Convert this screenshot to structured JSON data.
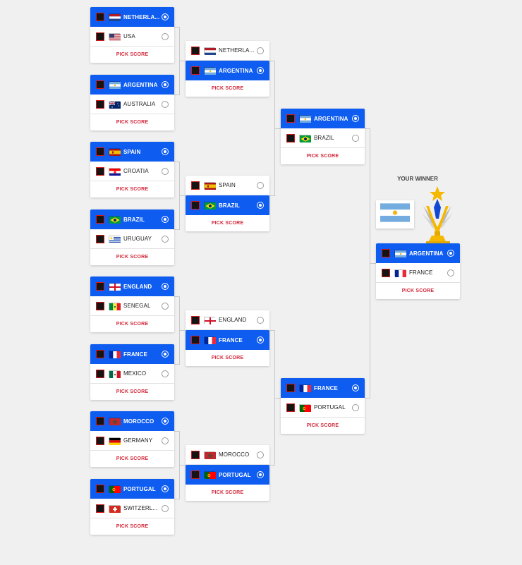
{
  "pick_score_label": "PICK SCORE",
  "winner_label": "YOUR WINNER",
  "round_of_16": [
    {
      "team1": {
        "name": "NETHERLA...",
        "flag": "netherlands"
      },
      "team2": {
        "name": "USA",
        "flag": "usa"
      },
      "winner": 1
    },
    {
      "team1": {
        "name": "ARGENTINA",
        "flag": "argentina"
      },
      "team2": {
        "name": "AUSTRALIA",
        "flag": "australia"
      },
      "winner": 1
    },
    {
      "team1": {
        "name": "SPAIN",
        "flag": "spain"
      },
      "team2": {
        "name": "CROATIA",
        "flag": "croatia"
      },
      "winner": 1
    },
    {
      "team1": {
        "name": "BRAZIL",
        "flag": "brazil"
      },
      "team2": {
        "name": "URUGUAY",
        "flag": "uruguay"
      },
      "winner": 1
    },
    {
      "team1": {
        "name": "ENGLAND",
        "flag": "england"
      },
      "team2": {
        "name": "SENEGAL",
        "flag": "senegal"
      },
      "winner": 1
    },
    {
      "team1": {
        "name": "FRANCE",
        "flag": "france"
      },
      "team2": {
        "name": "MEXICO",
        "flag": "mexico"
      },
      "winner": 1
    },
    {
      "team1": {
        "name": "MOROCCO",
        "flag": "morocco"
      },
      "team2": {
        "name": "GERMANY",
        "flag": "germany"
      },
      "winner": 1
    },
    {
      "team1": {
        "name": "PORTUGAL",
        "flag": "portugal"
      },
      "team2": {
        "name": "SWITZERL...",
        "flag": "switzerland"
      },
      "winner": 1
    }
  ],
  "quarter_finals": [
    {
      "team1": {
        "name": "NETHERLA...",
        "flag": "netherlands"
      },
      "team2": {
        "name": "ARGENTINA",
        "flag": "argentina"
      },
      "winner": 2
    },
    {
      "team1": {
        "name": "SPAIN",
        "flag": "spain"
      },
      "team2": {
        "name": "BRAZIL",
        "flag": "brazil"
      },
      "winner": 2
    },
    {
      "team1": {
        "name": "ENGLAND",
        "flag": "england"
      },
      "team2": {
        "name": "FRANCE",
        "flag": "france"
      },
      "winner": 2
    },
    {
      "team1": {
        "name": "MOROCCO",
        "flag": "morocco"
      },
      "team2": {
        "name": "PORTUGAL",
        "flag": "portugal"
      },
      "winner": 2
    }
  ],
  "semi_finals": [
    {
      "team1": {
        "name": "ARGENTINA",
        "flag": "argentina"
      },
      "team2": {
        "name": "BRAZIL",
        "flag": "brazil"
      },
      "winner": 1
    },
    {
      "team1": {
        "name": "FRANCE",
        "flag": "france"
      },
      "team2": {
        "name": "PORTUGAL",
        "flag": "portugal"
      },
      "winner": 1
    }
  ],
  "final": {
    "team1": {
      "name": "ARGENTINA",
      "flag": "argentina"
    },
    "team2": {
      "name": "FRANCE",
      "flag": "france"
    },
    "winner": 1
  },
  "champion_flag": "argentina",
  "colors": {
    "accent": "#0e5cf0",
    "pick_score": "#d3283a",
    "trophy": "#f5b800"
  }
}
